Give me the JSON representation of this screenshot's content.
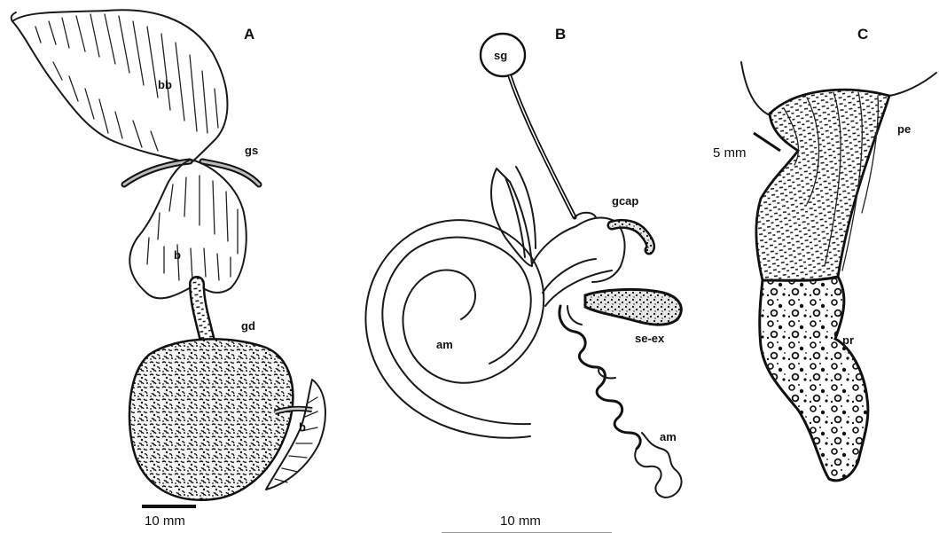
{
  "panels": {
    "a": {
      "letter": "A",
      "labels": {
        "bb": "bb",
        "gs": "gs",
        "b1": "b",
        "gd": "gd",
        "b2": "b"
      },
      "scale": "10 mm"
    },
    "b": {
      "letter": "B",
      "labels": {
        "sg": "sg",
        "gcap": "gcap",
        "am1": "am",
        "seex": "se-ex",
        "am2": "am"
      },
      "scale": "10 mm"
    },
    "c": {
      "letter": "C",
      "labels": {
        "pe": "pe",
        "pr": "pr"
      },
      "scale": "5 mm"
    }
  }
}
